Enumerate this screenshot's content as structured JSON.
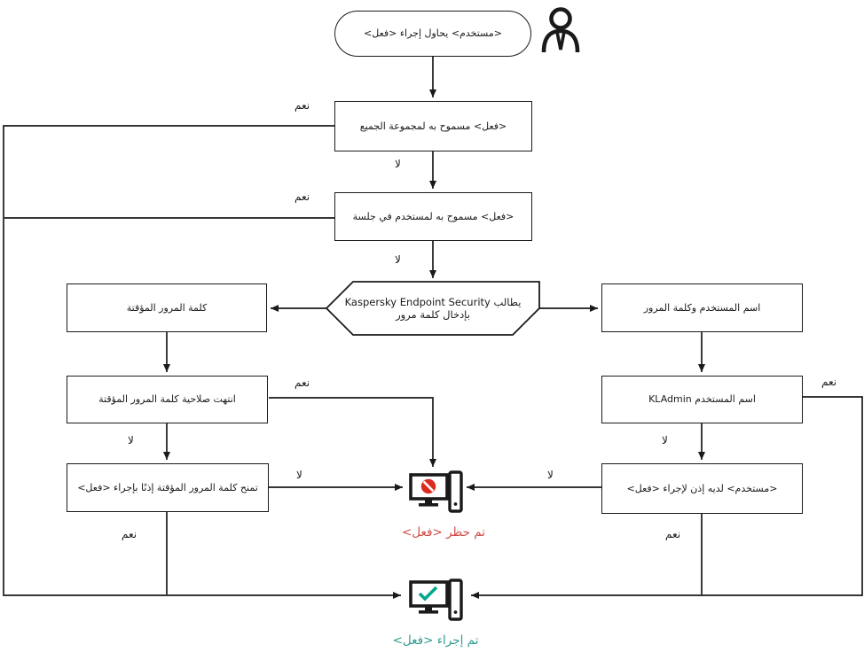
{
  "diagram": {
    "title_hint": "password-protection-operation-flowchart",
    "nodes": {
      "start": {
        "label": "<مستخدم> يحاول إجراء <فعل>"
      },
      "allowed_everyone": {
        "label": "<فعل> مسموح به لمجموعة الجميع"
      },
      "allowed_session": {
        "label": "<فعل> مسموح به لمستخدم في جلسة"
      },
      "prompt": {
        "label": "يطالب Kaspersky Endpoint Security بإدخال كلمة مرور"
      },
      "temp_password": {
        "label": "كلمة المرور المؤقتة"
      },
      "temp_expired": {
        "label": "انتهت صلاحية كلمة المرور المؤقتة"
      },
      "temp_grants": {
        "label": "تمنح كلمة المرور المؤقتة إذنًا بإجراء <فعل>"
      },
      "user_password": {
        "label": "اسم المستخدم وكلمة المرور"
      },
      "kladmin": {
        "label": "اسم المستخدم KLAdmin"
      },
      "user_has_perm": {
        "label": "<مستخدم> لديه إذن لإجراء <فعل>"
      }
    },
    "edge_labels": {
      "yes": "نعم",
      "no": "لا"
    },
    "status": {
      "blocked": "تم حظر <فعل>",
      "performed": "تم إجراء <فعل>"
    },
    "icons": {
      "person": "person-icon",
      "blocked_computer": "blocked-computer-icon",
      "success_computer": "success-computer-icon"
    },
    "colors": {
      "line": "#1a1a1a",
      "prohibition_red": "#dd2b1f",
      "check_teal": "#00a88e",
      "blocked_text": "#cd4b45",
      "performed_text": "#2e9c8e"
    }
  }
}
